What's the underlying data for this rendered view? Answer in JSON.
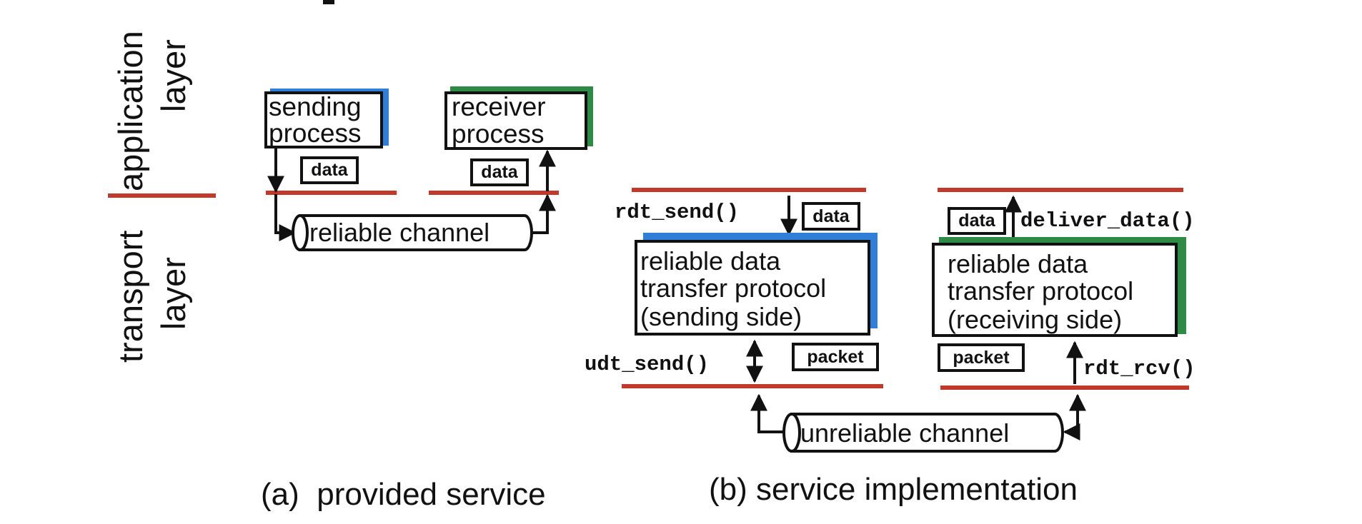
{
  "colors": {
    "layer_line": "#c0392b",
    "blue": "#2f7fd9",
    "green": "#2e8b45",
    "ink": "#111111"
  },
  "side_labels": {
    "application_1": "application",
    "application_2": "layer",
    "transport_1": "transport",
    "transport_2": "layer"
  },
  "provided_service": {
    "sending_process_1": "sending",
    "sending_process_2": "process",
    "receiver_process_1": "receiver",
    "receiver_process_2": "process",
    "data_left": "data",
    "data_right": "data",
    "channel": "reliable channel",
    "caption": "(a)  provided service"
  },
  "service_implementation": {
    "rdt_send": "rdt_send()",
    "data_send": "data",
    "deliver_data": "deliver_data()",
    "data_recv": "data",
    "sender_box_1": "reliable data",
    "sender_box_2": "transfer protocol",
    "sender_box_3": "(sending side)",
    "receiver_box_1": "reliable data",
    "receiver_box_2": "transfer protocol",
    "receiver_box_3": "(receiving side)",
    "udt_send": "udt_send()",
    "packet_send": "packet",
    "packet_recv": "packet",
    "rdt_rcv": "rdt_rcv()",
    "channel": "unreliable channel",
    "caption": "(b) service implementation"
  }
}
